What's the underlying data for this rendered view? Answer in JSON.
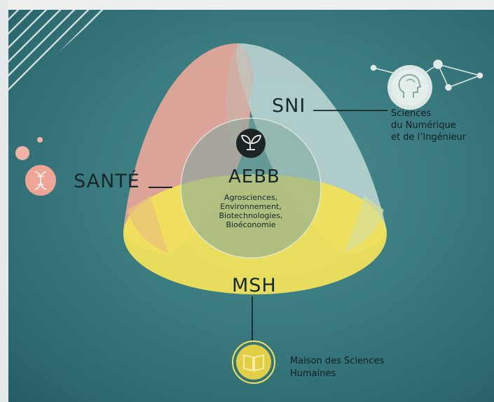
{
  "poles": {
    "sante": {
      "label": "SANTÉ"
    },
    "sni": {
      "label": "SNI",
      "description_lines": [
        "Sciences",
        "du Numérique",
        "et de l’Ingénieur"
      ]
    },
    "aebb": {
      "label": "AEBB",
      "description_lines": [
        "Agrosciences,",
        "Environnement,",
        "Biotechnologies,",
        "Bioéconomie"
      ]
    },
    "msh": {
      "label": "MSH",
      "description_lines": [
        "Maison des Sciences",
        "Humaines"
      ]
    }
  },
  "icons": {
    "sante": "dna-icon",
    "sni": "brain-head-icon",
    "aebb": "sprout-leaf-icon",
    "msh": "open-book-icon"
  },
  "colors": {
    "background": "#3a7b80",
    "sante": "#e9a79b",
    "sni": "#b9d3d0",
    "msh": "#f3e35a",
    "center": "#6f9f97",
    "text": "#17282b"
  }
}
